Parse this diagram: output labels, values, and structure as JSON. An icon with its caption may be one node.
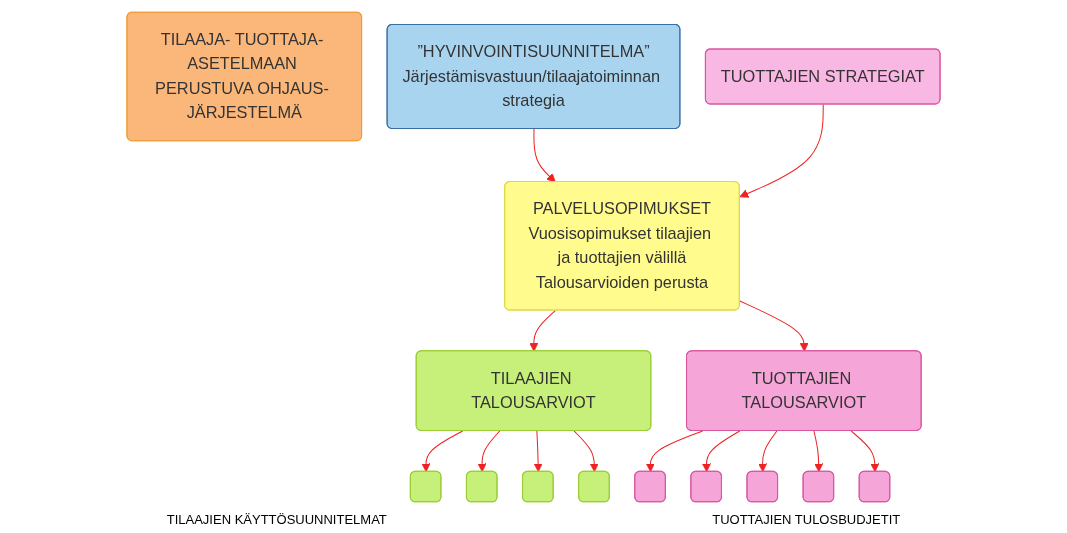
{
  "diagram": {
    "nodes": [
      {
        "text": [
          "TILAAJA- TUOTTAJA- ASETELMAAN PERUSTUVA OHJAUS- JÄRJESTELMÄ"
        ]
      },
      {
        "text": [
          "”HYVINVOINTISUUNNITELMA”",
          "Järjestämisvastuun/tilaajatoiminnan strategia"
        ]
      },
      {
        "text": [
          "PALVELUSOPIMUKSET",
          "Vuosisopimukset tilaajien ja tuottajien välillä",
          "Talousarvioiden perusta"
        ]
      },
      {
        "text": [
          "TUOTTAJIEN STRATEGIAT"
        ]
      },
      {
        "text": [
          "TILAAJIEN TALOUSARVIOT"
        ]
      },
      {
        "text": [
          "TUOTTAJIEN TALOUSARVIOT"
        ]
      },
      {
        "text": [],
        "shape": "box"
      },
      {
        "text": [],
        "shape": "box"
      },
      {
        "text": [],
        "shape": "box"
      },
      {
        "text": [],
        "shape": "box"
      },
      {
        "text": [],
        "shape": "box"
      },
      {
        "text": [],
        "shape": "box"
      },
      {
        "text": [],
        "shape": "box"
      },
      {
        "text": [],
        "shape": "box"
      },
      {
        "text": [],
        "shape": "box"
      }
    ],
    "edges": [
      {
        "from": 1,
        "to": 2,
        "arrow": "to"
      },
      {
        "from": 2,
        "to": 4,
        "arrow": "to"
      },
      {
        "from": 2,
        "to": 5,
        "arrow": "to"
      },
      {
        "from": 3,
        "to": 2,
        "arrow": "to"
      },
      {
        "from": 4,
        "to": 6,
        "arrow": "to"
      },
      {
        "from": 4,
        "to": 7,
        "arrow": "to"
      },
      {
        "from": 4,
        "to": 8,
        "arrow": "to"
      },
      {
        "from": 4,
        "to": 9,
        "arrow": "to"
      },
      {
        "from": 5,
        "to": 10,
        "arrow": "to"
      },
      {
        "from": 5,
        "to": 11,
        "arrow": "to"
      },
      {
        "from": 5,
        "to": 12,
        "arrow": "to"
      },
      {
        "from": 5,
        "to": 13,
        "arrow": "to"
      },
      {
        "from": 5,
        "to": 14,
        "arrow": "to"
      }
    ],
    "labels": [
      "TILAAJIEN KÄYTTÖSUUNNITELMAT",
      "TUOTTAJIEN TULOSBUDJETIT"
    ]
  }
}
